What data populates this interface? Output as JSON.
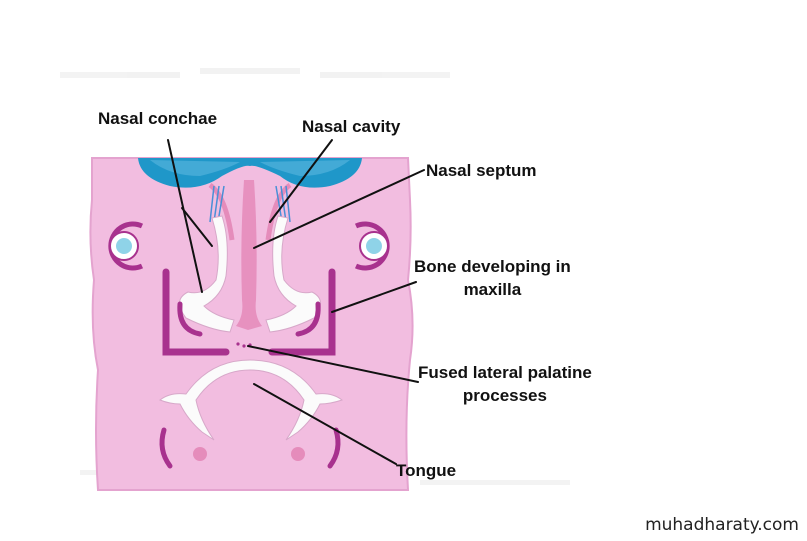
{
  "labels": {
    "nasal_conchae": "Nasal conchae",
    "nasal_cavity": "Nasal cavity",
    "nasal_septum": "Nasal septum",
    "bone_developing_line1": "Bone developing in",
    "bone_developing_line2": "maxilla",
    "fused_palatine_line1": "Fused lateral palatine",
    "fused_palatine_line2": "processes",
    "tongue": "Tongue"
  },
  "watermark": "muhadharaty.com",
  "colors": {
    "tissue": "#f2bde0",
    "tissue_edge": "#e4a3cf",
    "bone": "#a8328e",
    "blue_cavity": "#1f97c9",
    "cartilage": "#fbfbfb",
    "septum": "#e58cbb",
    "leader_line": "#111111"
  }
}
